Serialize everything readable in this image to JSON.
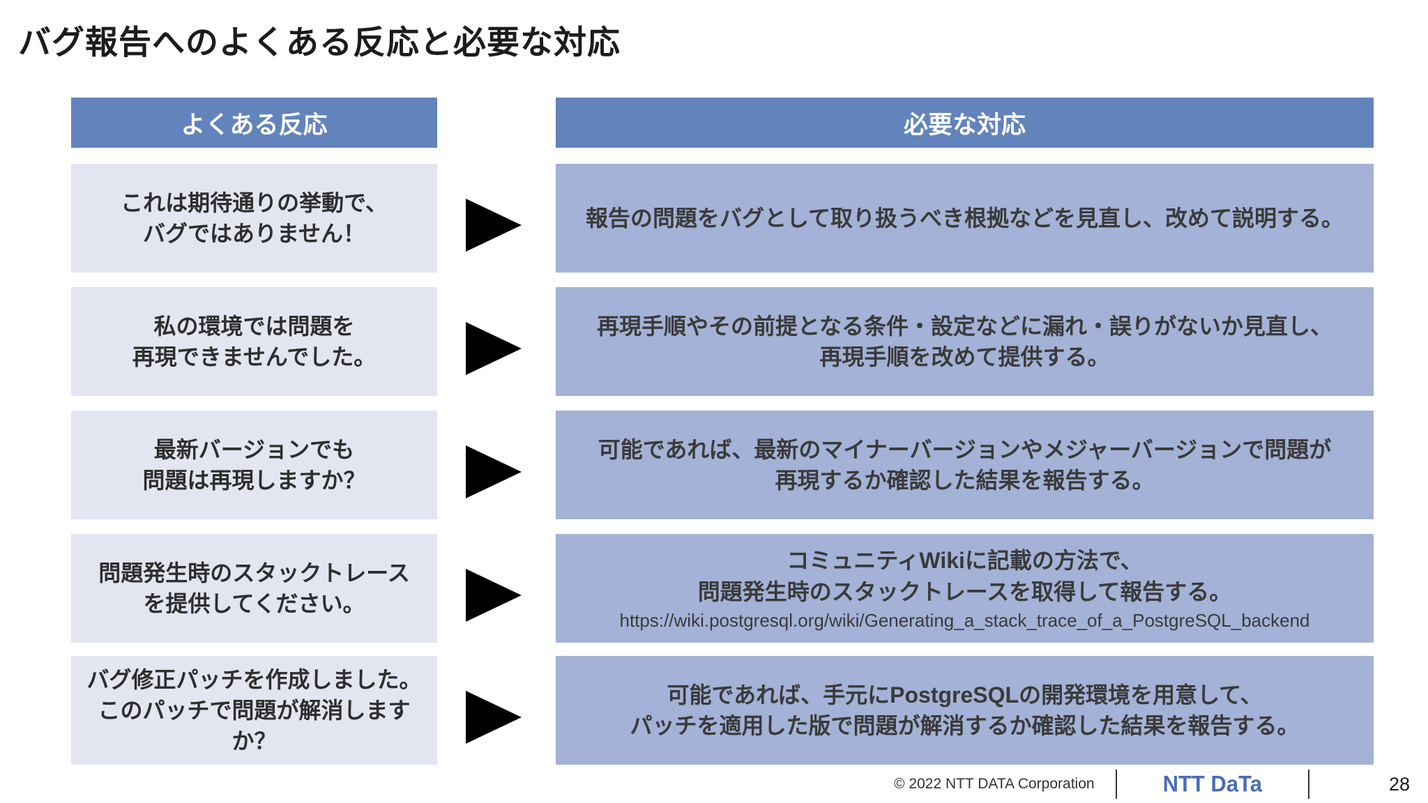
{
  "slide": {
    "title": "バグ報告へのよくある反応と必要な対応",
    "table": {
      "left_header": "よくある反応",
      "right_header": "必要な対応",
      "rows": [
        {
          "reaction": "これは期待通りの挙動で、\nバグではありません！",
          "response": "報告の問題をバグとして取り扱うべき根拠などを見直し、改めて説明する。"
        },
        {
          "reaction": "私の環境では問題を\n再現できませんでした。",
          "response": "再現手順やその前提となる条件・設定などに漏れ・誤りがないか見直し、\n再現手順を改めて提供する。"
        },
        {
          "reaction": "最新バージョンでも\n問題は再現しますか？",
          "response": "可能であれば、最新のマイナーバージョンやメジャーバージョンで問題が\n再現するか確認した結果を報告する。"
        },
        {
          "reaction": "問題発生時のスタックトレース\nを提供してください。",
          "response": "コミュニティWikiに記載の方法で、\n問題発生時のスタックトレースを取得して報告する。",
          "response_link": "https://wiki.postgresql.org/wiki/Generating_a_stack_trace_of_a_PostgreSQL_backend"
        },
        {
          "reaction": "バグ修正パッチを作成しました。\nこのパッチで問題が解消します\nか？",
          "response": "可能であれば、手元にPostgreSQLの開発環境を用意して、\nパッチを適用した版で問題が解消するか確認した結果を報告する。"
        }
      ]
    },
    "footer": {
      "copyright": "© 2022 NTT DATA Corporation",
      "logo_text": "NTT DaTa",
      "page_number": "28"
    },
    "colors": {
      "header_bg": "#6283BC",
      "reaction_bg": "#E3E5F1",
      "response_bg": "#A3B2D6",
      "arrow": "#000000",
      "logo_blue": "#4A6DB5"
    }
  }
}
